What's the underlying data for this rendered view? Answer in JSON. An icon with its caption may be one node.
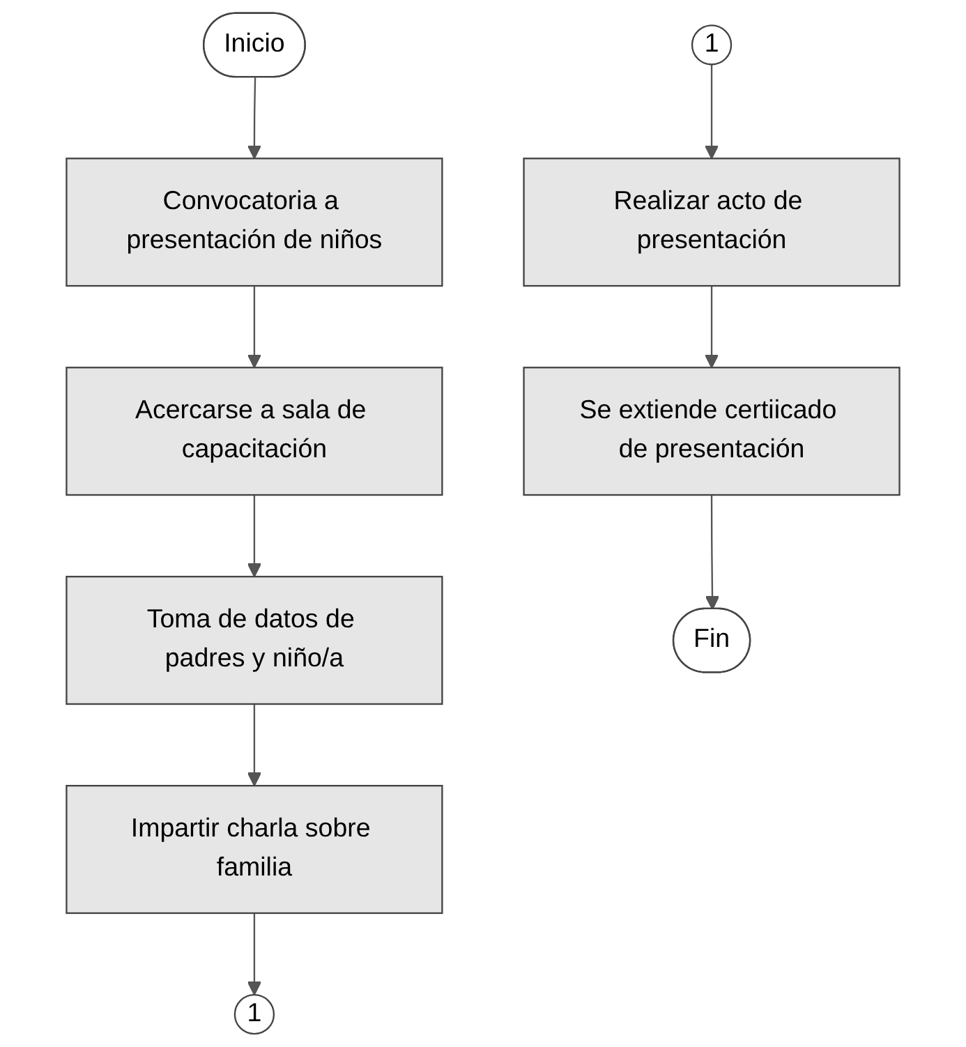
{
  "diagram": {
    "nodes": [
      {
        "text": [
          "Inicio"
        ]
      },
      {
        "text": [
          "Convocatoria a presentación de niños"
        ]
      },
      {
        "text": [
          "Acercarse a sala de capacitación"
        ]
      },
      {
        "text": [
          "Toma de datos de padres y niño/a"
        ]
      },
      {
        "text": [
          "Impartir charla sobre familia"
        ]
      },
      {
        "text": [
          "1"
        ]
      },
      {
        "text": [
          "1"
        ]
      },
      {
        "text": [
          "Realizar acto de presentación"
        ]
      },
      {
        "text": [
          "Se extiende certiicado de presentación"
        ]
      },
      {
        "text": [
          "Fin"
        ]
      }
    ],
    "edges": [
      {
        "from": 0,
        "to": 1,
        "arrow": "to"
      },
      {
        "from": 1,
        "to": 2,
        "arrow": "to"
      },
      {
        "from": 2,
        "to": 3,
        "arrow": "to"
      },
      {
        "from": 3,
        "to": 4,
        "arrow": "to"
      },
      {
        "from": 4,
        "to": 5,
        "arrow": "to"
      },
      {
        "from": 6,
        "to": 7,
        "arrow": "to"
      },
      {
        "from": 7,
        "to": 8,
        "arrow": "to"
      },
      {
        "from": 8,
        "to": 9,
        "arrow": "to"
      }
    ]
  }
}
